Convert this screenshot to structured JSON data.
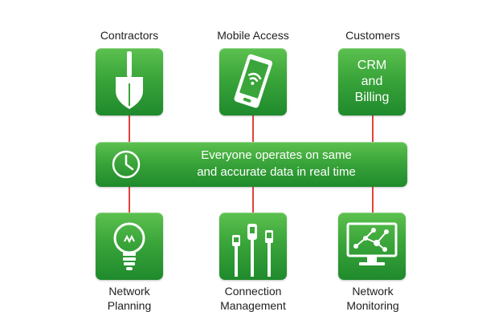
{
  "top": {
    "contractors": {
      "label": "Contractors",
      "icon": "shovel-icon"
    },
    "mobile": {
      "label": "Mobile Access",
      "icon": "mobile-phone-wifi-icon"
    },
    "customers": {
      "label": "Customers",
      "tile_text": "CRM\nand\nBilling"
    }
  },
  "center": {
    "text": "Everyone operates on same\nand accurate data in real time",
    "icon": "clock-icon"
  },
  "bottom": {
    "planning": {
      "label": "Network\nPlanning",
      "icon": "lightbulb-icon"
    },
    "connection": {
      "label": "Connection\nManagement",
      "icon": "cable-connectors-icon"
    },
    "monitoring": {
      "label": "Network\nMonitoring",
      "icon": "network-monitor-icon"
    }
  },
  "colors": {
    "tile_green": "#3aa53a",
    "connector_red": "#e0433a",
    "label_text": "#1f1f1f"
  }
}
